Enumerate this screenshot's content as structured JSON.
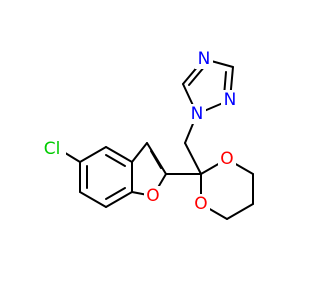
{
  "colors": {
    "background": "#ffffff",
    "bond": "#000000",
    "nitrogen": "#0000ff",
    "oxygen": "#ff0000",
    "chlorine": "#00cc00"
  },
  "atoms": {
    "cl": "Cl",
    "o_furan": "O",
    "o_dioxane_top": "O",
    "o_dioxane_bottom": "O",
    "n1": "N",
    "n2": "N",
    "n4": "N"
  }
}
